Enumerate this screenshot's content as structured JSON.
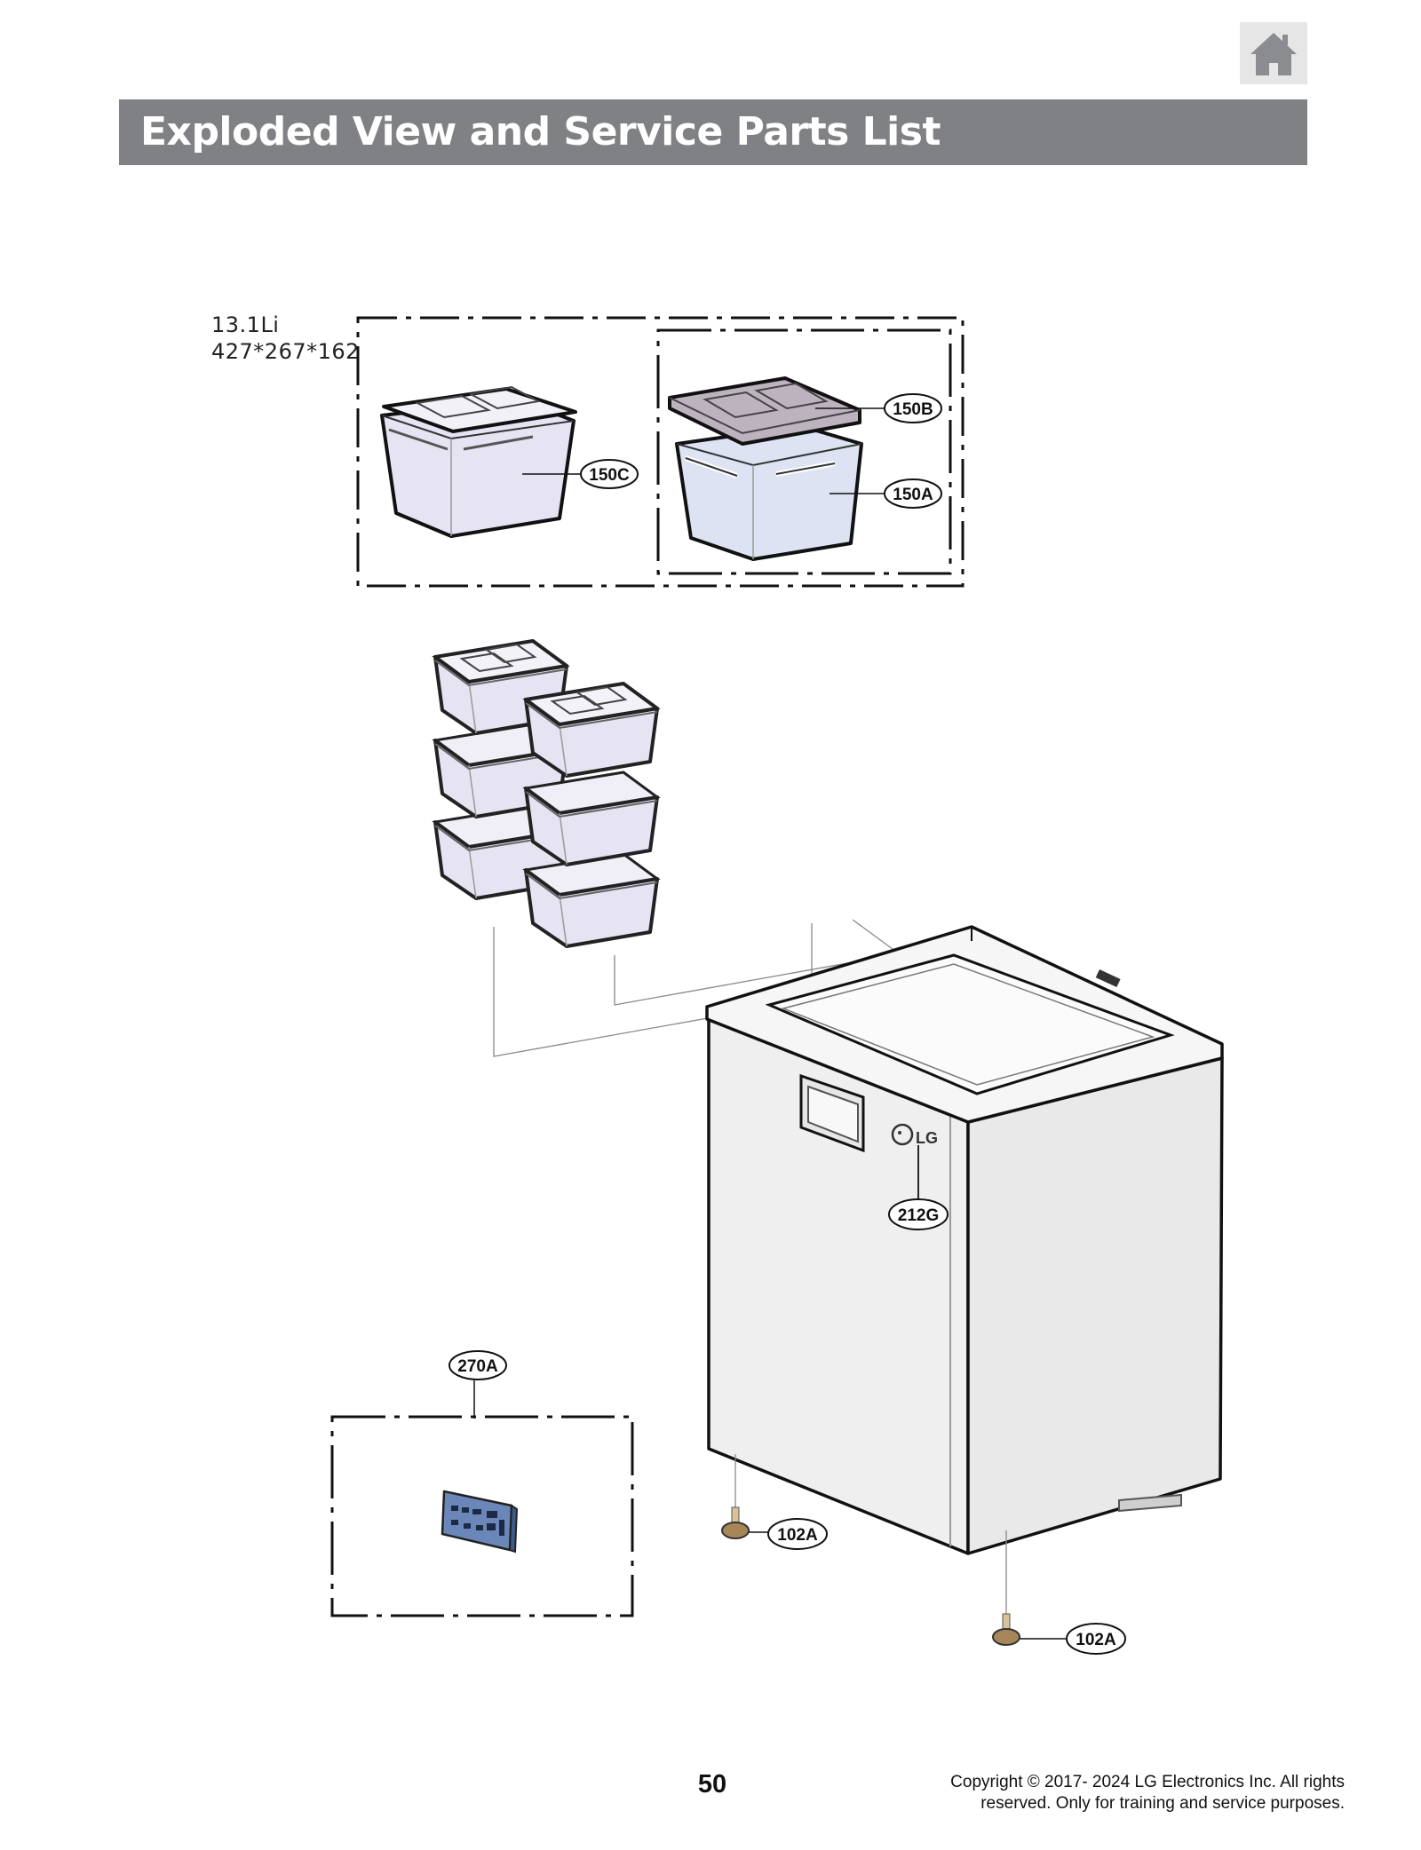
{
  "header": {
    "home_icon": "home-icon",
    "title": "Exploded View and Service Parts List"
  },
  "spec_label": {
    "line1": "13.1Li",
    "line2": "427*267*162"
  },
  "callouts": {
    "p150B": "150B",
    "p150C": "150C",
    "p150A": "150A",
    "p212G": "212G",
    "p270A": "270A",
    "p102A_left": "102A",
    "p102A_right": "102A"
  },
  "colors": {
    "header_bar": "#808184",
    "bin_fill": "#e6e4f3",
    "lid_fill": "#bdb3bf",
    "panel_fill": "#6b87b9",
    "foot_fill": "#a7865a",
    "cabinet_fill": "#efefef"
  },
  "footer": {
    "page_number": "50",
    "copyright_line1": "Copyright © 2017- 2024 LG Electronics Inc. All rights",
    "copyright_line2": "reserved. Only for training and service purposes."
  }
}
